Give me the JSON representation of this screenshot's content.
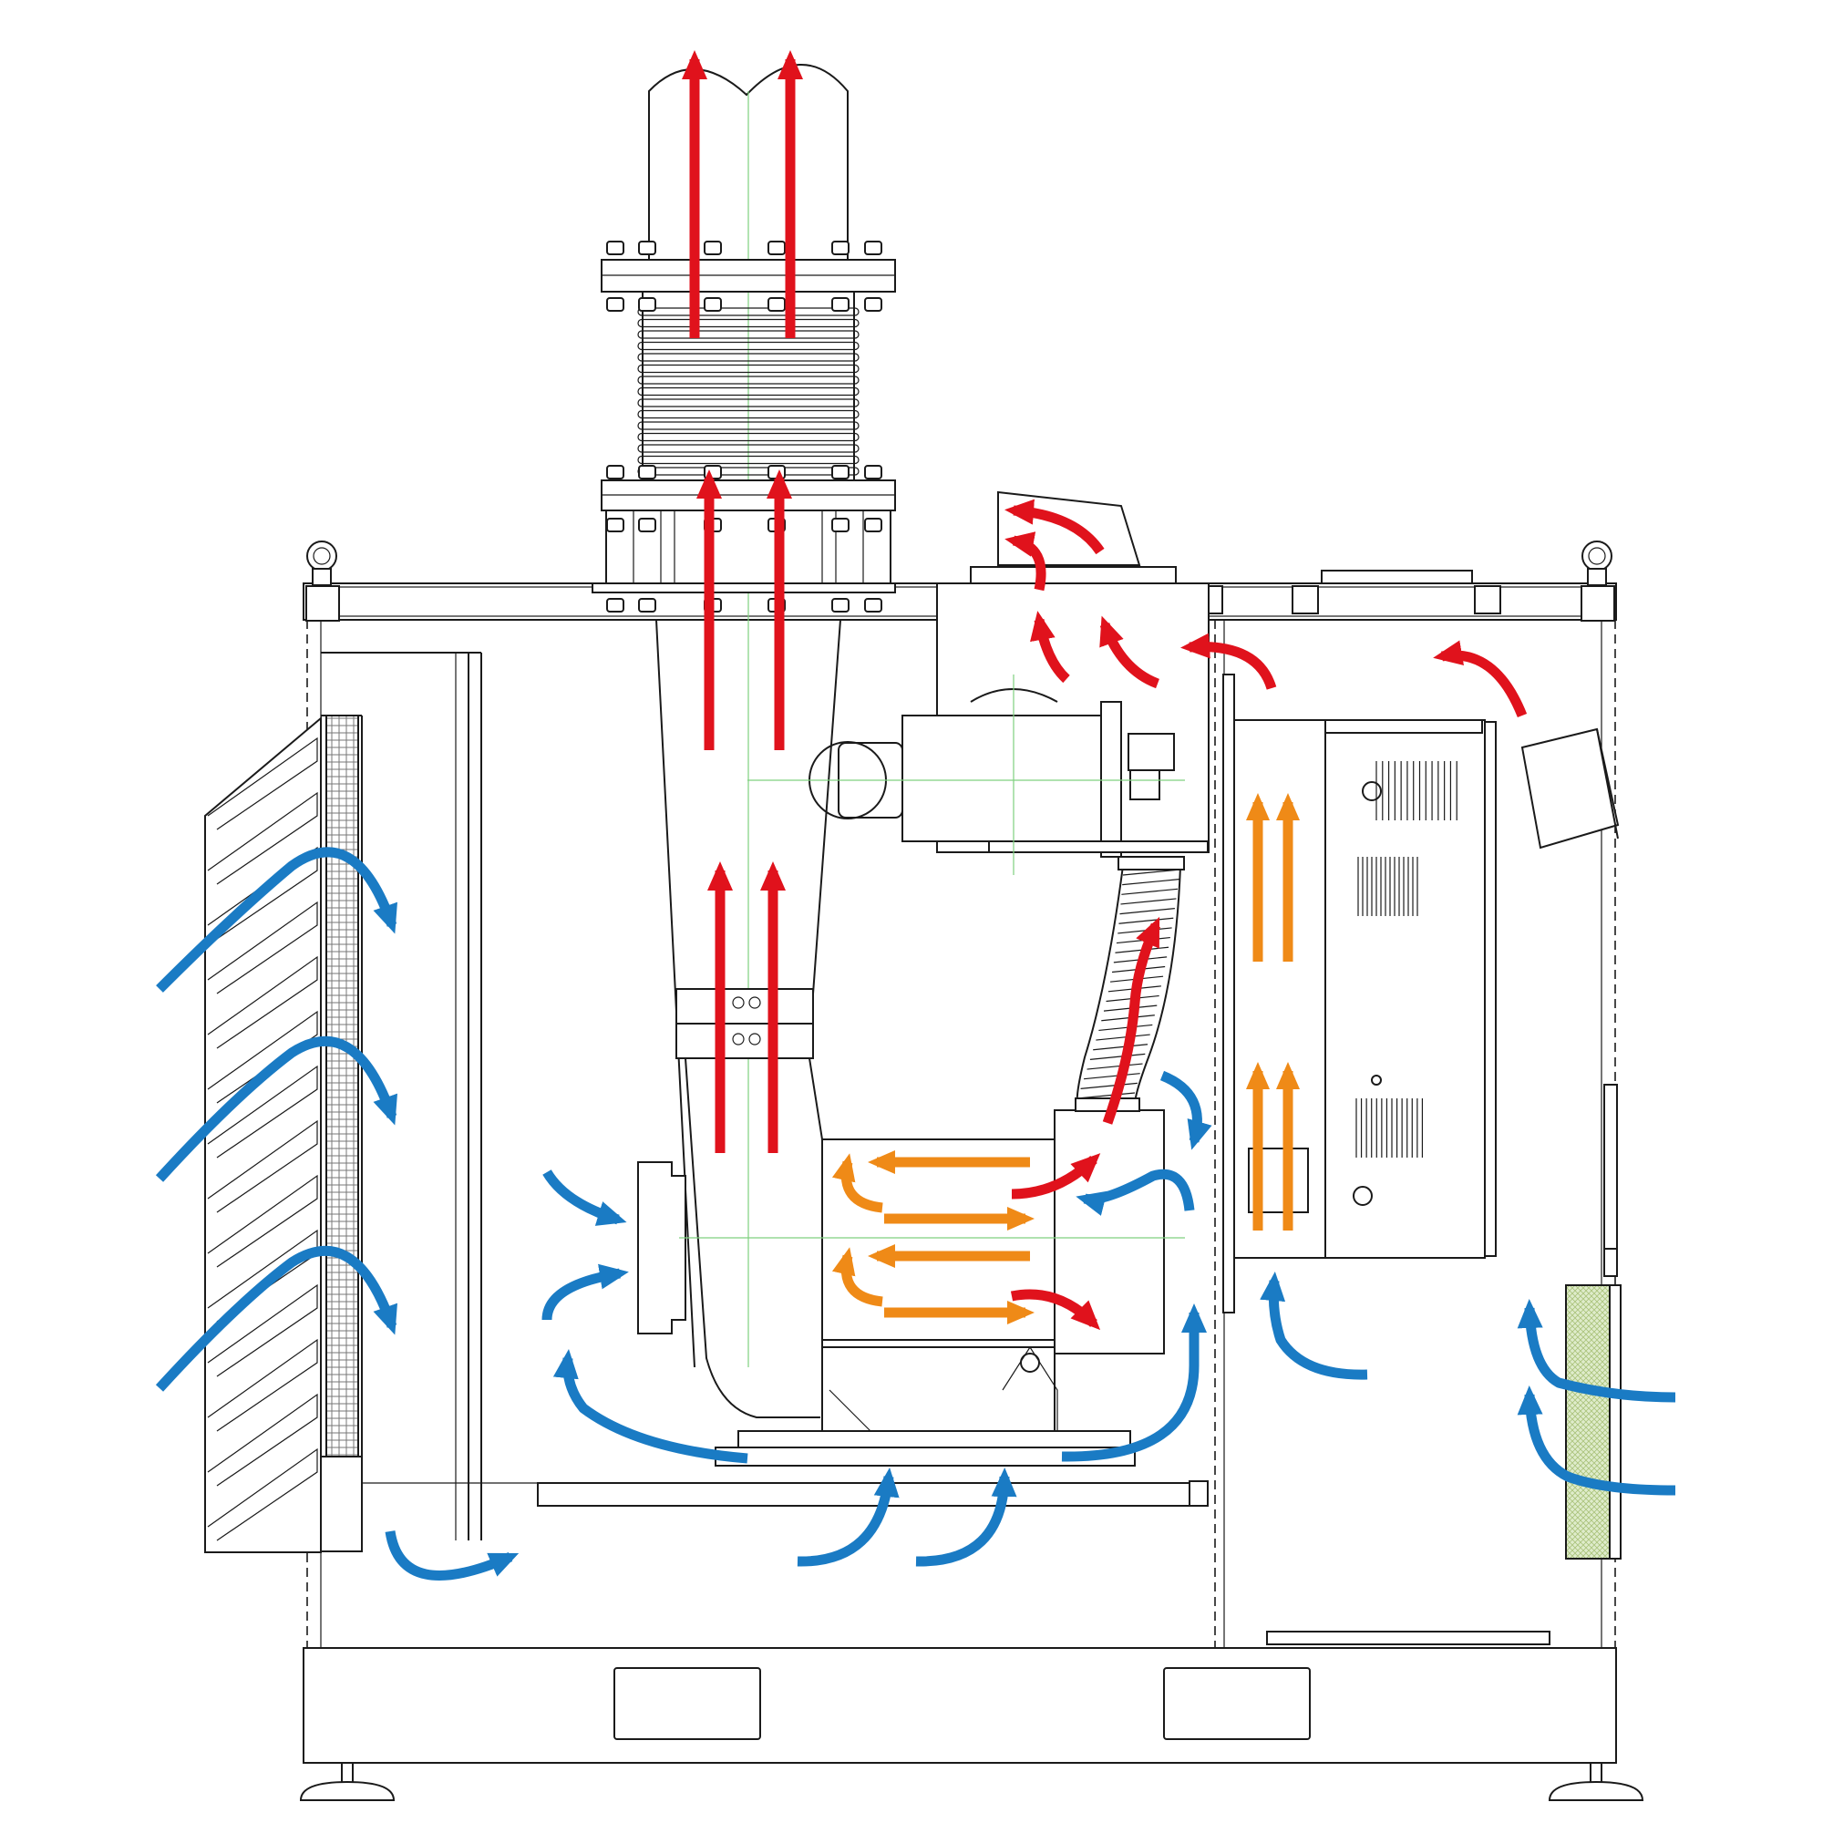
{
  "colors": {
    "cooling_air": "#1a7bc4",
    "exhaust": "#e0121c",
    "warm_air": "#ef8a17",
    "line": "#1a1a1a",
    "filter_fill": "#dfeccb",
    "centerline": "#7fd07f"
  },
  "flows": {
    "cooling_air": {
      "color_key": "cooling_air",
      "icon": "blue-curved-arrow"
    },
    "exhaust": {
      "color_key": "exhaust",
      "icon": "red-arrow"
    },
    "warm_air": {
      "color_key": "warm_air",
      "icon": "orange-arrow"
    }
  }
}
